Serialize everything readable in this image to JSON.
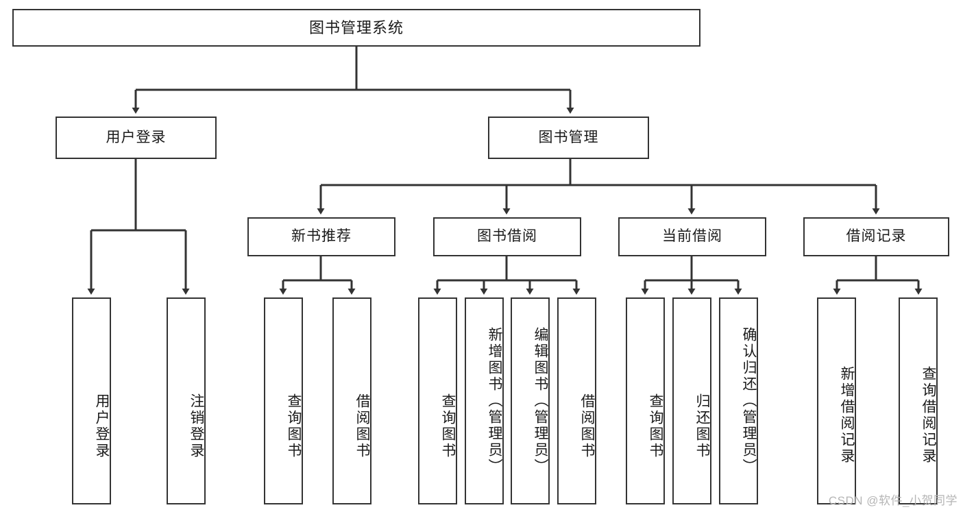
{
  "diagram": {
    "title": "图书管理系统",
    "type": "tree",
    "root": {
      "label": "图书管理系统"
    },
    "level2": [
      {
        "label": "用户登录"
      },
      {
        "label": "图书管理"
      }
    ],
    "level3": [
      {
        "label": "新书推荐"
      },
      {
        "label": "图书借阅"
      },
      {
        "label": "当前借阅"
      },
      {
        "label": "借阅记录"
      }
    ],
    "leaves": {
      "user_login": [
        {
          "label": "用户登录"
        },
        {
          "label": "注销登录"
        }
      ],
      "new_book_recommend": [
        {
          "label": "查询图书"
        },
        {
          "label": "借阅图书"
        }
      ],
      "book_borrow": [
        {
          "label": "查询图书"
        },
        {
          "label": "新增图书（管理员）"
        },
        {
          "label": "编辑图书（管理员）"
        },
        {
          "label": "借阅图书"
        }
      ],
      "current_borrow": [
        {
          "label": "查询图书"
        },
        {
          "label": "归还图书"
        },
        {
          "label": "确认归还（管理员）"
        }
      ],
      "borrow_record": [
        {
          "label": "新增借阅记录"
        },
        {
          "label": "查询借阅记录"
        }
      ]
    }
  },
  "watermark": {
    "text": "CSDN @软件_小贺同学"
  },
  "colors": {
    "stroke": "#333333",
    "text": "#1a1a1a",
    "background": "#ffffff",
    "watermark": "#b5b5b5"
  }
}
